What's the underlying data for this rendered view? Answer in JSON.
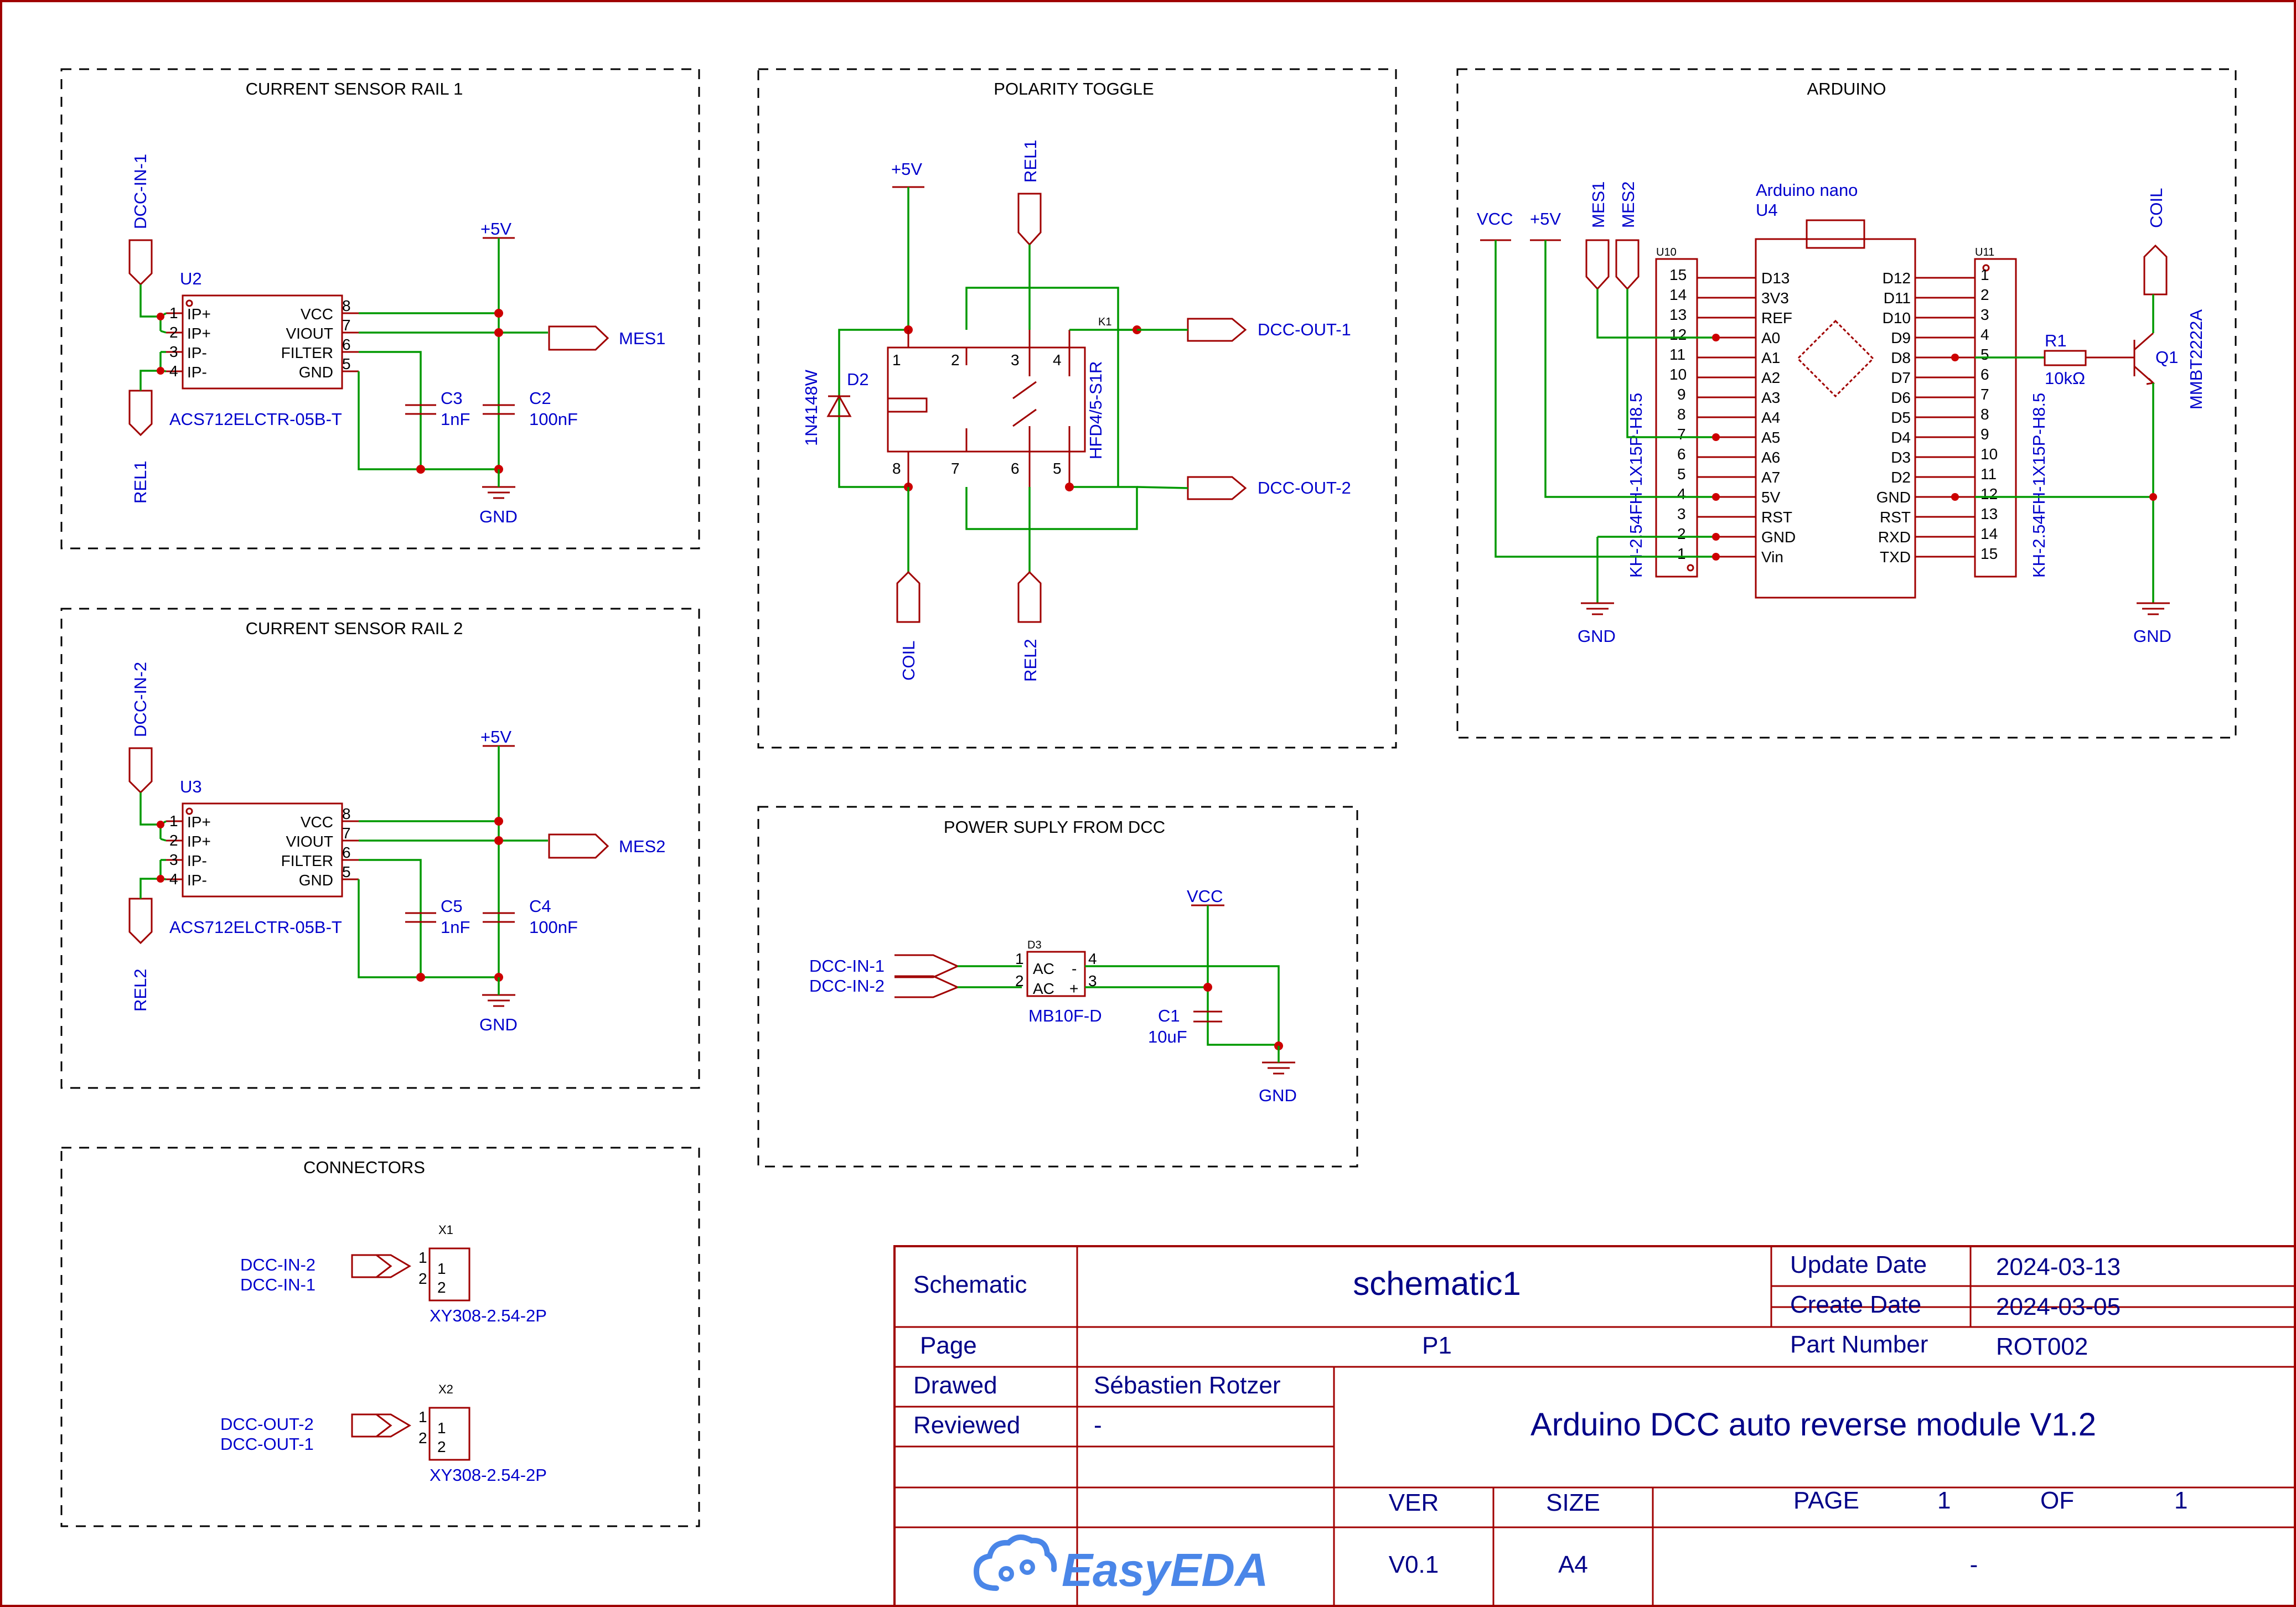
{
  "sections": {
    "rail1": "CURRENT SENSOR RAIL 1",
    "rail2": "CURRENT SENSOR RAIL 2",
    "connectors": "CONNECTORS",
    "polarity": "POLARITY TOGGLE",
    "power": "POWER SUPLY FROM DCC",
    "arduino": "ARDUINO"
  },
  "rail1": {
    "in_port": "DCC-IN-1",
    "rel_port": "REL1",
    "ref": "U2",
    "part": "ACS712ELCTR-05B-T",
    "pins_left": [
      "IP+",
      "IP+",
      "IP-",
      "IP-"
    ],
    "pins_left_num": [
      "1",
      "2",
      "3",
      "4"
    ],
    "pins_right": [
      "VCC",
      "VIOUT",
      "FILTER",
      "GND"
    ],
    "pins_right_num": [
      "8",
      "7",
      "6",
      "5"
    ],
    "supply": "+5V",
    "mes": "MES1",
    "c_small_ref": "C3",
    "c_small_val": "1nF",
    "c_big_ref": "C2",
    "c_big_val": "100nF",
    "gnd": "GND"
  },
  "rail2": {
    "in_port": "DCC-IN-2",
    "rel_port": "REL2",
    "ref": "U3",
    "part": "ACS712ELCTR-05B-T",
    "pins_left": [
      "IP+",
      "IP+",
      "IP-",
      "IP-"
    ],
    "pins_left_num": [
      "1",
      "2",
      "3",
      "4"
    ],
    "pins_right": [
      "VCC",
      "VIOUT",
      "FILTER",
      "GND"
    ],
    "pins_right_num": [
      "8",
      "7",
      "6",
      "5"
    ],
    "supply": "+5V",
    "mes": "MES2",
    "c_small_ref": "C5",
    "c_small_val": "1nF",
    "c_big_ref": "C4",
    "c_big_val": "100nF",
    "gnd": "GND"
  },
  "connectors": {
    "x1_ref": "X1",
    "x1_a": "DCC-IN-2",
    "x1_b": "DCC-IN-1",
    "x1_part": "XY308-2.54-2P",
    "x2_ref": "X2",
    "x2_a": "DCC-OUT-2",
    "x2_b": "DCC-OUT-1",
    "x2_part": "XY308-2.54-2P",
    "pin1": "1",
    "pin2": "2"
  },
  "polarity": {
    "supply": "+5V",
    "rel1": "REL1",
    "rel2": "REL2",
    "coil": "COIL",
    "diode_ref": "D2",
    "diode_part": "1N4148W",
    "relay_ref": "K1",
    "relay_part": "HFD4/5-S1R",
    "out1": "DCC-OUT-1",
    "out2": "DCC-OUT-2",
    "pins_top": [
      "1",
      "2",
      "3",
      "4"
    ],
    "pins_bottom": [
      "8",
      "7",
      "6",
      "5"
    ]
  },
  "power": {
    "in1": "DCC-IN-1",
    "in2": "DCC-IN-2",
    "bridge_ref": "D3",
    "bridge_part": "MB10F-D",
    "ac1": "AC",
    "ac2": "AC",
    "minus": "-",
    "plus": "+",
    "pins": [
      "1",
      "2",
      "4",
      "3"
    ],
    "vcc": "VCC",
    "cap_ref": "C1",
    "cap_val": "10uF",
    "gnd": "GND"
  },
  "arduino": {
    "vcc": "VCC",
    "supply": "+5V",
    "mes1": "MES1",
    "mes2": "MES2",
    "u10": "U10",
    "u11": "U11",
    "header_part_left": "KH-2.54FH-1X15P-H8.5",
    "header_part_right": "KH-2.54FH-1X15P-H8.5",
    "nano_name": "Arduino nano",
    "nano_ref": "U4",
    "left_pins": [
      "D13",
      "3V3",
      "REF",
      "A0",
      "A1",
      "A2",
      "A3",
      "A4",
      "A5",
      "A6",
      "A7",
      "5V",
      "RST",
      "GND",
      "Vin"
    ],
    "right_pins": [
      "D12",
      "D11",
      "D10",
      "D9",
      "D8",
      "D7",
      "D6",
      "D5",
      "D4",
      "D3",
      "D2",
      "GND",
      "RST",
      "RXD",
      "TXD"
    ],
    "left_nums": [
      "15",
      "14",
      "13",
      "12",
      "11",
      "10",
      "9",
      "8",
      "7",
      "6",
      "5",
      "4",
      "3",
      "2",
      "1"
    ],
    "right_nums": [
      "1",
      "2",
      "3",
      "4",
      "5",
      "6",
      "7",
      "8",
      "9",
      "10",
      "11",
      "12",
      "13",
      "14",
      "15"
    ],
    "r_ref": "R1",
    "r_val": "10kΩ",
    "q_ref": "Q1",
    "q_part": "MMBT2222A",
    "coil": "COIL",
    "gnd": "GND"
  },
  "titleblock": {
    "schematic_label": "Schematic",
    "schematic_value": "schematic1",
    "page_label": "Page",
    "page_value": "P1",
    "update_label": "Update Date",
    "update_value": "2024-03-13",
    "create_label": "Create Date",
    "create_value": "2024-03-05",
    "part_label": "Part Number",
    "part_value": "ROT002",
    "drawed_label": "Drawed",
    "drawed_value": "Sébastien Rotzer",
    "reviewed_label": "Reviewed",
    "reviewed_value": "-",
    "title": "Arduino DCC auto reverse module V1.2",
    "ver_label": "VER",
    "ver_value": "V0.1",
    "size_label": "SIZE",
    "size_value": "A4",
    "pg_label": "PAGE",
    "pg_value": "1",
    "of_label": "OF",
    "of_value": "1",
    "dash": "-",
    "logo": "EasyEDA"
  }
}
